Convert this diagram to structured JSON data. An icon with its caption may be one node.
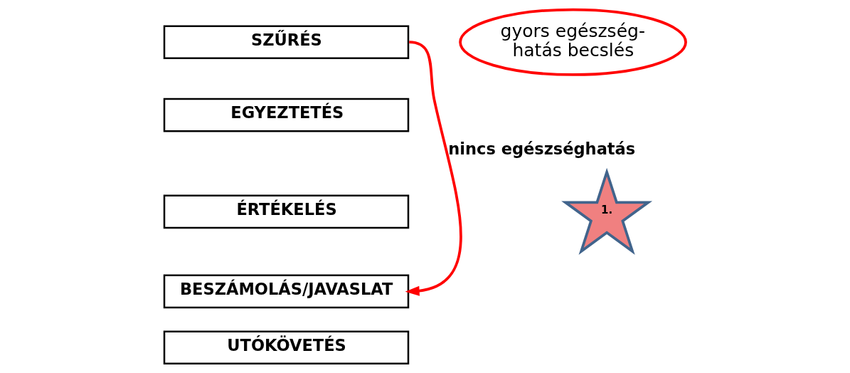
{
  "diagram": {
    "nodes": [
      {
        "text": [
          "SZŰRÉS"
        ]
      },
      {
        "text": [
          "EGYEZTETÉS"
        ]
      },
      {
        "text": [
          "ÉRTÉKELÉS"
        ]
      },
      {
        "text": [
          "BESZÁMOLÁS/JAVASLAT"
        ]
      },
      {
        "text": [
          "UTÓKÖVETÉS"
        ]
      },
      {
        "text": [
          "gyors egészség-hatás becslés"
        ]
      },
      {
        "text": [
          "1."
        ]
      }
    ],
    "edges": [
      {
        "from": 0,
        "to": 3,
        "arrow": "to",
        "label": "nincs egészséghatás",
        "color": "#ff0000"
      }
    ]
  }
}
